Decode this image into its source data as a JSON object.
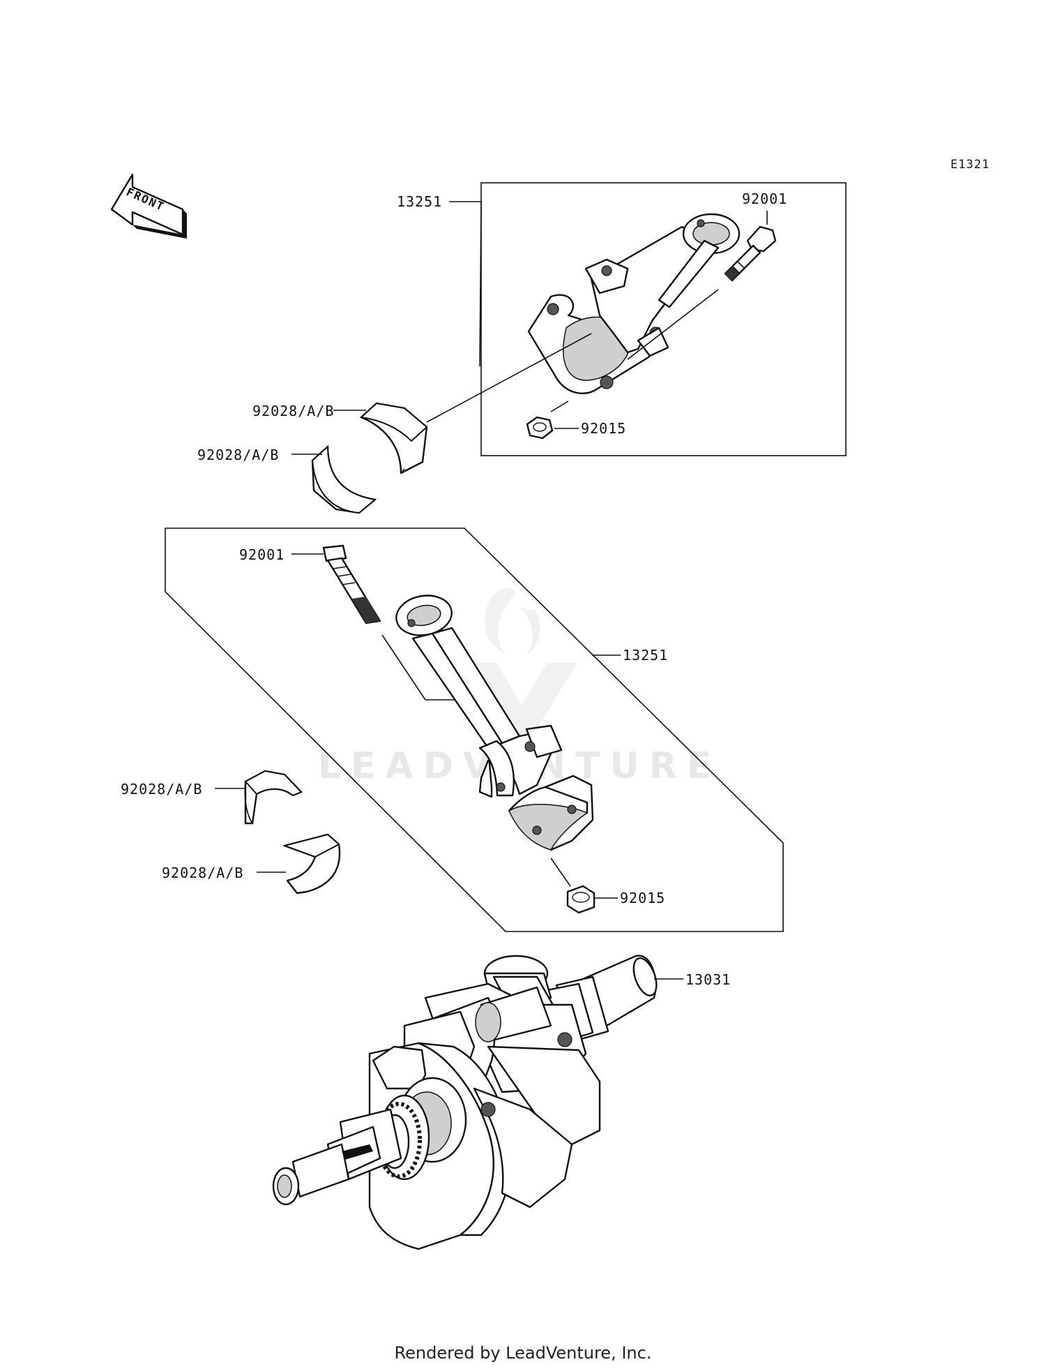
{
  "diagram_code": "E1321",
  "front_arrow_label": "FRONT",
  "upper_group": {
    "assembly_label": "13251",
    "bolt_label": "92001",
    "nut_label": "92015",
    "bearing_upper_label": "92028/A/B",
    "bearing_lower_label": "92028/A/B"
  },
  "lower_group": {
    "bolt_label": "92001",
    "assembly_label": "13251",
    "nut_label": "92015",
    "bearing_upper_label": "92028/A/B",
    "bearing_lower_label": "92028/A/B"
  },
  "crankshaft_label": "13031",
  "watermark_text": "LEADVENTURE",
  "footer_text": "Rendered by LeadVenture, Inc."
}
